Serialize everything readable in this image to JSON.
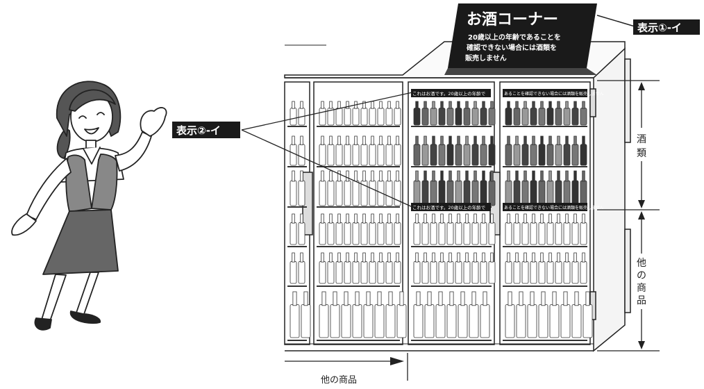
{
  "sign": {
    "title": "お酒コーナー",
    "notice_line1": "20歳以上の年齢であることを",
    "notice_line2": "確認できない場合には酒類を",
    "notice_line3": "販売しません"
  },
  "labels": {
    "display_1": "表示①-イ",
    "display_2": "表示②-イ"
  },
  "shelf_strips": {
    "left_top": "これはお酒です。20歳以上の年齢で",
    "right_top": "あることを確認できない場合には酒類を販売しません",
    "left_mid": "これはお酒です。20歳以上の年齢で",
    "right_mid": "あることを確認できない場合には酒類を販売しません"
  },
  "zones": {
    "alcohol": "酒類",
    "other_products_right": "他の商品",
    "other_products_bottom": "他の商品"
  },
  "colors": {
    "label_bg": "#1a1a1a",
    "label_text": "#ffffff",
    "line": "#222222"
  }
}
